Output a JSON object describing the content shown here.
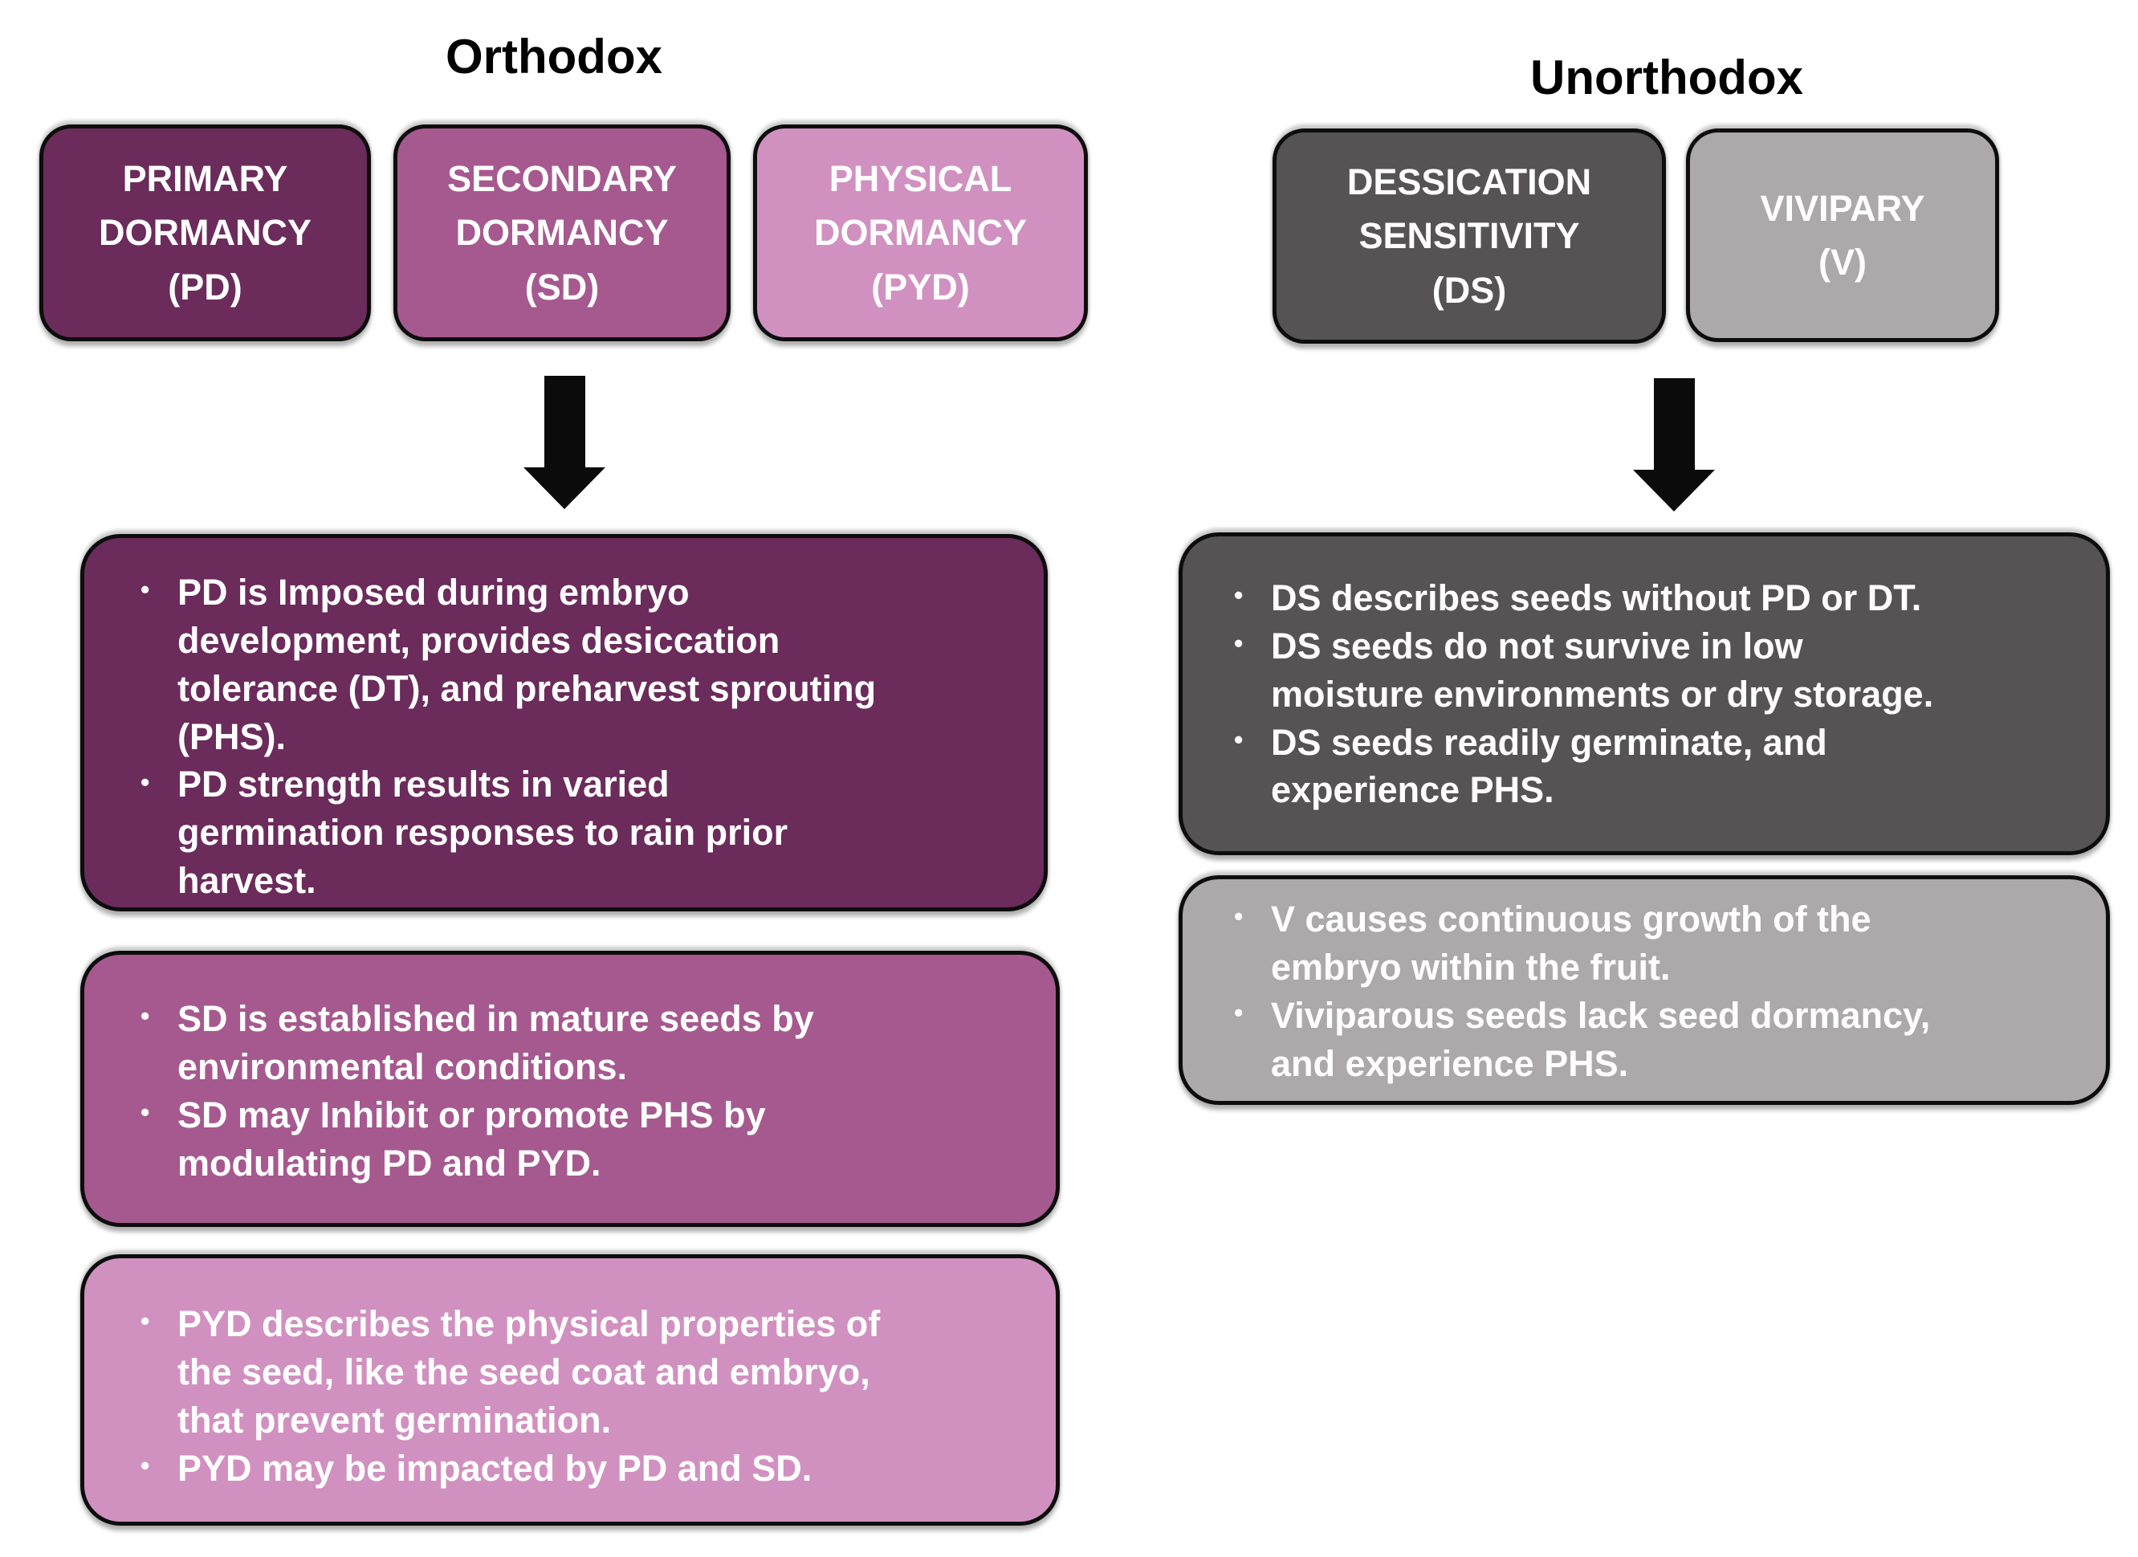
{
  "page": {
    "background": "#ffffff",
    "border_color": "#0d0d0d",
    "arrow_color": "#0b0b0b"
  },
  "orthodox": {
    "title": "Orthodox",
    "categories": [
      {
        "id": "pd",
        "label": "PRIMARY\nDORMANCY\n(PD)",
        "color": "#6B2B5B",
        "text_color": "#ffffff"
      },
      {
        "id": "sd",
        "label": "SECONDARY\nDORMANCY\n(SD)",
        "color": "#A6598F",
        "text_color": "#ffffff"
      },
      {
        "id": "pyd",
        "label": "PHYSICAL\nDORMANCY\n(PYD)",
        "color": "#D191C0",
        "text_color": "#ffffff"
      }
    ],
    "detail_boxes": [
      {
        "category": "PD",
        "color": "#6B2B5B",
        "bullets": [
          "PD is Imposed during  embryo\ndevelopment, provides desiccation\ntolerance (DT), and preharvest sprouting\n(PHS).",
          "PD strength results in varied\ngermination responses to rain prior\nharvest."
        ]
      },
      {
        "category": "SD",
        "color": "#A6598F",
        "bullets": [
          "SD is established in mature seeds by\nenvironmental conditions.",
          "SD may Inhibit or promote PHS by\nmodulating PD and PYD."
        ]
      },
      {
        "category": "PYD",
        "color": "#D191C0",
        "bullets": [
          "PYD describes the physical properties of\nthe seed, like the seed coat and embryo,\nthat prevent germination.",
          "PYD may be impacted by PD and SD."
        ]
      }
    ]
  },
  "unorthodox": {
    "title": "Unorthodox",
    "categories": [
      {
        "id": "ds",
        "label": "DESSICATION\nSENSITIVITY\n(DS)",
        "color": "#565355",
        "text_color": "#ffffff"
      },
      {
        "id": "v",
        "label": "VIVIPARY\n(V)",
        "color": "#ACA9AB",
        "text_color": "#ffffff"
      }
    ],
    "detail_boxes": [
      {
        "category": "DS",
        "color": "#565355",
        "bullets": [
          "DS describes seeds without PD or DT.",
          "DS seeds do not survive in low\nmoisture environments or dry storage.",
          "DS seeds readily germinate, and\nexperience PHS."
        ]
      },
      {
        "category": "V",
        "color": "#ACA9AB",
        "bullets": [
          "V causes continuous growth of the\nembryo within the fruit.",
          "Viviparous seeds lack seed dormancy,\nand experience PHS."
        ]
      }
    ]
  }
}
